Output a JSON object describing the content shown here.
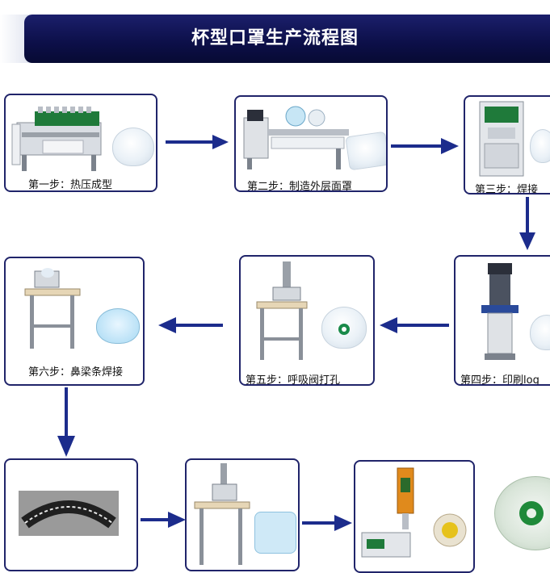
{
  "header": {
    "title": "杯型口罩生产流程图"
  },
  "steps": {
    "s1": {
      "label": "第一步：热压成型"
    },
    "s2": {
      "label": "第二步：制造外层面罩"
    },
    "s3": {
      "label": "第三步：焊接"
    },
    "s4": {
      "label": "第四步：印刷log"
    },
    "s5": {
      "label": "第五步：呼吸阀打孔"
    },
    "s6": {
      "label": "第六步：鼻梁条焊接"
    }
  },
  "colors": {
    "banner": "#0c0f48",
    "border": "#20246a",
    "arrow": "#1c2c8c"
  }
}
